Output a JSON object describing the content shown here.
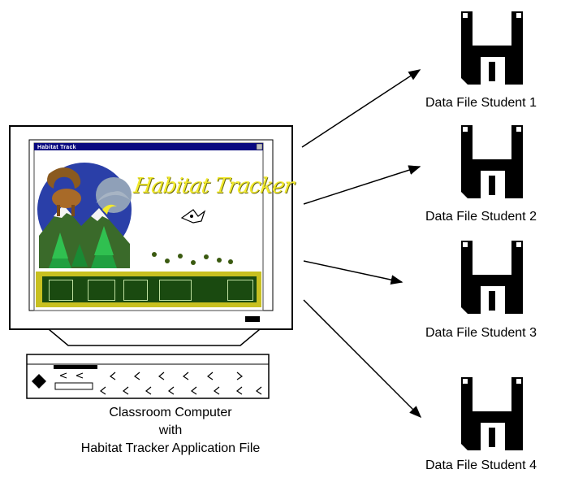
{
  "computer": {
    "window_title": "Habitat Track",
    "app_title": "Habitat Tracker",
    "buttons": [
      "",
      "",
      "",
      "",
      ""
    ],
    "caption_line1": "Classroom Computer",
    "caption_line2": "with",
    "caption_line3": "Habitat Tracker Application File"
  },
  "data_files": [
    {
      "label": "Data File Student 1"
    },
    {
      "label": "Data File Student 2"
    },
    {
      "label": "Data File Student 3"
    },
    {
      "label": "Data File Student 4"
    }
  ],
  "colors": {
    "background": "#ffffff",
    "app_yellow": "#f2ea2c",
    "app_green": "#1a4a10",
    "sky_blue": "#2a3fa8",
    "window_title_bar": "#0a0a80"
  }
}
